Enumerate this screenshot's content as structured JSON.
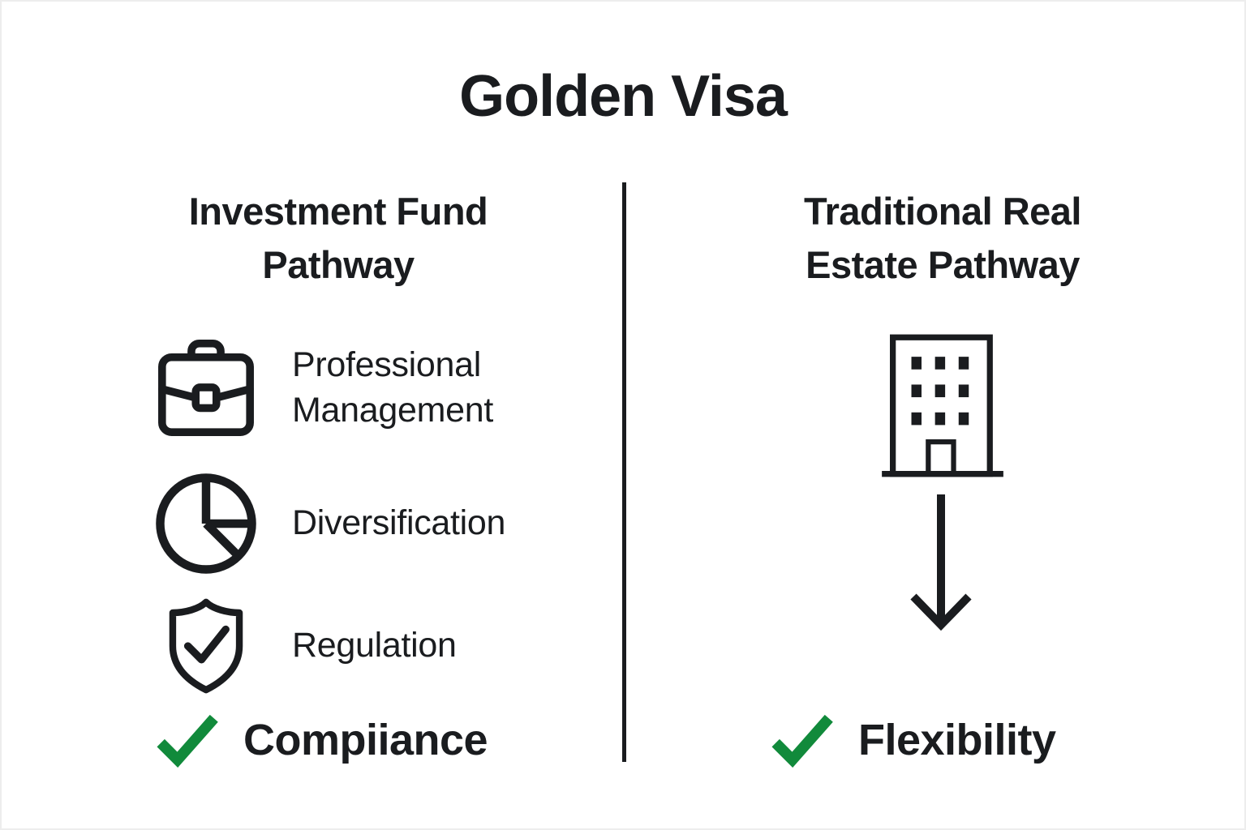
{
  "page": {
    "title": "Golden Visa"
  },
  "colors": {
    "ink": "#1a1c1f",
    "check_green": "#118a3b"
  },
  "left_column": {
    "heading": "Investment Fund Pathway",
    "items": [
      {
        "icon": "briefcase-icon",
        "label": "Professional Management"
      },
      {
        "icon": "pie-chart-icon",
        "label": "Diversification"
      },
      {
        "icon": "shield-check-icon",
        "label": "Regulation"
      }
    ],
    "benefit": {
      "icon": "check-icon",
      "label": "Compiiance"
    }
  },
  "right_column": {
    "heading": "Traditional Real Estate Pathway",
    "items": [
      {
        "icon": "building-icon"
      },
      {
        "icon": "down-arrow-icon"
      }
    ],
    "benefit": {
      "icon": "check-icon",
      "label": "Flexibility"
    }
  }
}
